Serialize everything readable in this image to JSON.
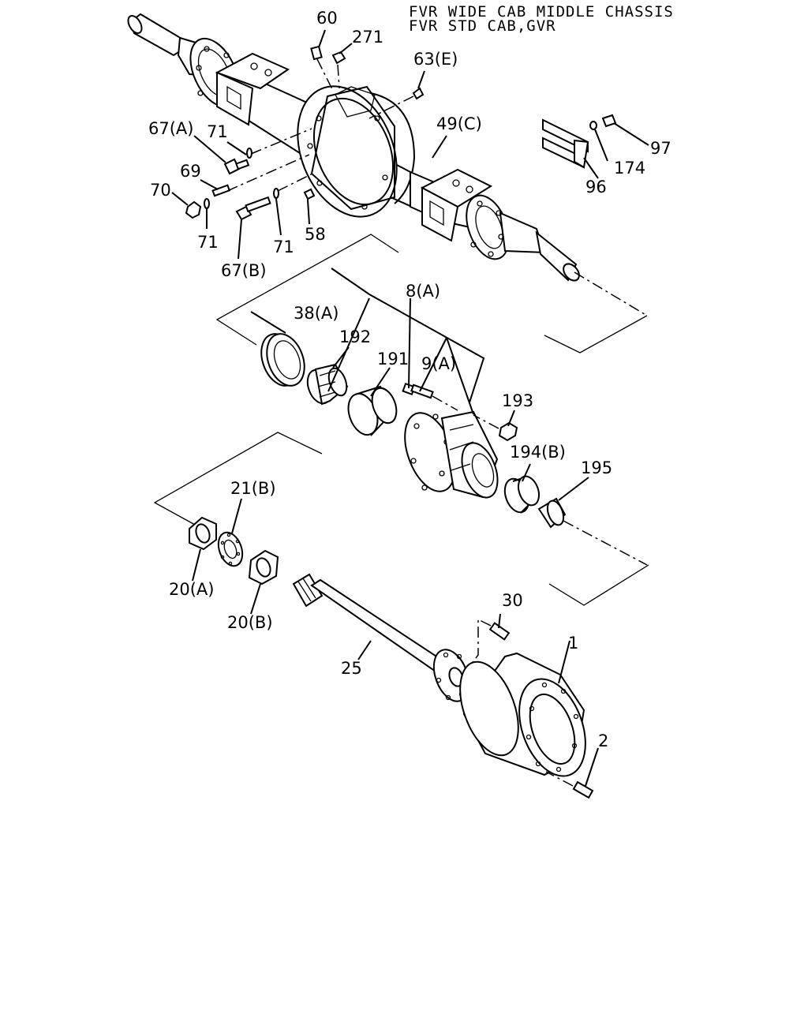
{
  "header": {
    "line1": "FVR WIDE CAB MIDDLE CHASSIS",
    "line2": "FVR STD CAB,GVR"
  },
  "callouts": {
    "c60": "60",
    "c271": "271",
    "c63e": "63(E)",
    "c49c": "49(C)",
    "c67a": "67(A)",
    "c71a": "71",
    "c69": "69",
    "c70": "70",
    "c71b": "71",
    "c71c": "71",
    "c58": "58",
    "c67b": "67(B)",
    "c97": "97",
    "c174": "174",
    "c96": "96",
    "c38a": "38(A)",
    "c8a": "8(A)",
    "c192": "192",
    "c191": "191",
    "c9a": "9(A)",
    "c193": "193",
    "c194b": "194(B)",
    "c195": "195",
    "c21b": "21(B)",
    "c20a": "20(A)",
    "c20b": "20(B)",
    "c30": "30",
    "c25": "25",
    "c1": "1",
    "c2": "2"
  }
}
